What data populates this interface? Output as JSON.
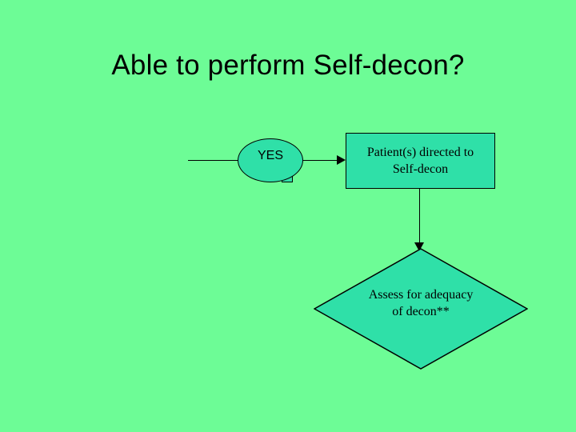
{
  "slide": {
    "background_color": "#6dfc96",
    "title": "Able to perform Self-decon?"
  },
  "flowchart": {
    "shape_fill_color": "#2fe0a8",
    "shape_border_color": "#000000",
    "nodes": [
      {
        "id": "yes-oval",
        "type": "oval",
        "label": "YES"
      },
      {
        "id": "process-box",
        "type": "rectangle",
        "label": "Patient(s) directed to\nSelf-decon"
      },
      {
        "id": "decision-diamond",
        "type": "diamond",
        "label": "Assess for adequacy\nof decon**"
      }
    ],
    "connectors": [
      {
        "id": "line-left",
        "type": "line",
        "from": "",
        "to": "yes-oval"
      },
      {
        "id": "arrow-oval-to-box",
        "type": "arrow",
        "from": "yes-oval",
        "to": "process-box"
      },
      {
        "id": "arrow-box-to-diamond",
        "type": "arrow",
        "from": "process-box",
        "to": "decision-diamond"
      }
    ]
  }
}
